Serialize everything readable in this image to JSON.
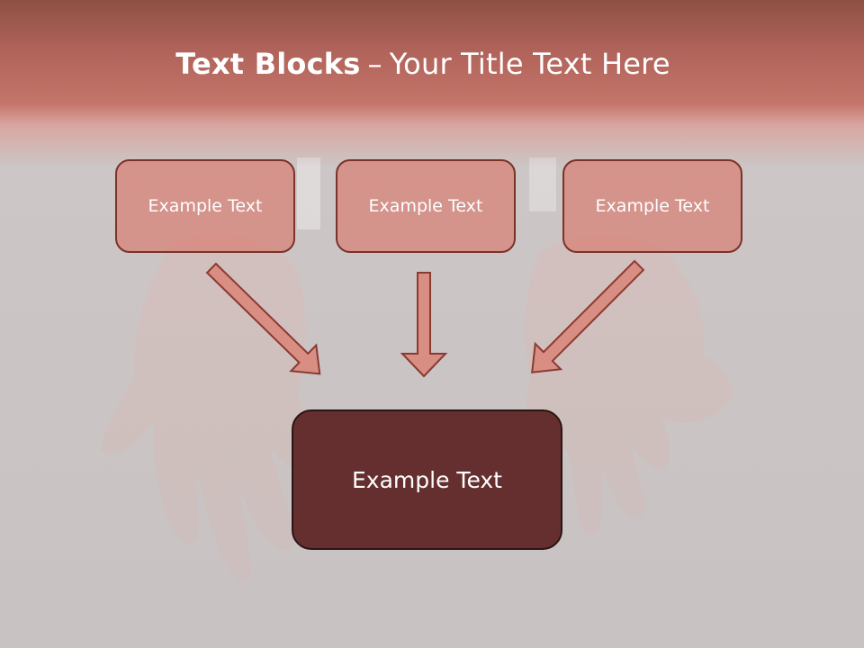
{
  "slide": {
    "title_bold": "Text Blocks",
    "title_dash": "–",
    "title_rest": "Your Title Text Here"
  },
  "boxes": {
    "top_left": "Example Text",
    "top_center": "Example Text",
    "top_right": "Example Text",
    "bottom": "Example Text"
  },
  "colors": {
    "title_band": "#c4756a",
    "small_box_fill": "#d68a80",
    "small_box_border": "#7a3229",
    "big_box_fill": "#652f2f",
    "arrow_fill": "#d98e84",
    "arrow_stroke": "#8b3a30",
    "background": "#cbc5c5"
  }
}
